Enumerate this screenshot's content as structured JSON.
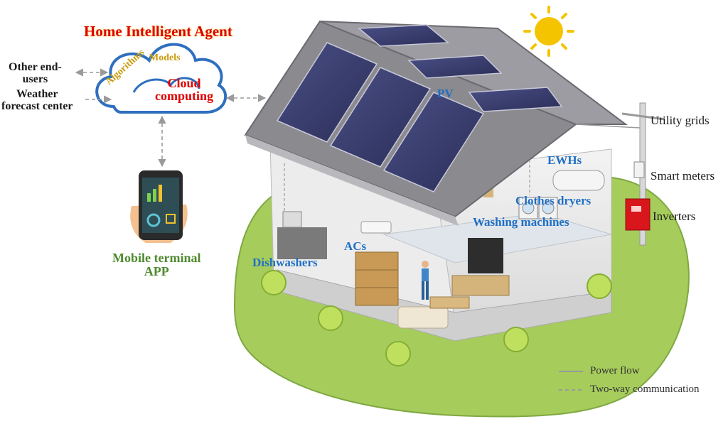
{
  "title": "Home Intelligent Agent",
  "cloud": {
    "algorithms": "Algorithms",
    "models": "Models",
    "computing_line1": "Cloud",
    "computing_line2": "computing"
  },
  "left_nodes": {
    "other_end_users_1": "Other end-",
    "other_end_users_2": "users",
    "weather_1": "Weather",
    "weather_2": "forecast center"
  },
  "mobile": {
    "line1": "Mobile terminal",
    "line2": "APP"
  },
  "appliances": {
    "pv": "PV",
    "ewhs": "EWHs",
    "clothes_dryers": "Clothes dryers",
    "washing_machines": "Washing machines",
    "acs": "ACs",
    "dishwashers": "Dishwashers"
  },
  "grid": {
    "utility_grids": "Utility grids",
    "smart_meters": "Smart meters",
    "inverters": "Inverters"
  },
  "legend": {
    "power_flow": "Power flow",
    "two_way": "Two-way communication"
  },
  "colors": {
    "appliance_label": "#1f6fc5",
    "title_red": "#e00000",
    "cloud_outline": "#2f6fbf",
    "lawn": "#a6cc5c",
    "roof": "#8a8a8f",
    "solar_panel": "#3b3f6e",
    "inverter": "#d8161b",
    "sun": "#f5c400"
  }
}
